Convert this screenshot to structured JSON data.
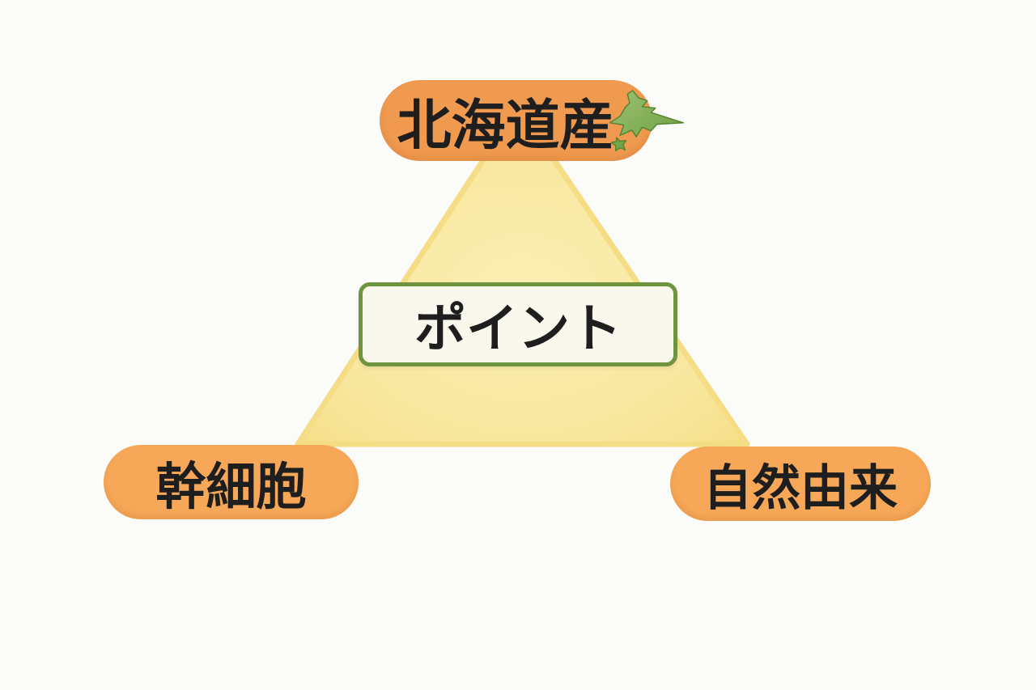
{
  "diagram": {
    "top_badge": {
      "label": "北海道産",
      "icon": "hokkaido-map-icon"
    },
    "center_box": {
      "label": "ポイント"
    },
    "bottom_left_badge": {
      "label": "幹細胞"
    },
    "bottom_right_badge": {
      "label": "自然由来"
    }
  },
  "colors": {
    "background": "#fbfbf9",
    "pill_orange_top": "#f09a50",
    "pill_orange_bottom": "#f6a858",
    "pill_text": "#1e1e1e",
    "triangle_yellow_light": "#faefb3",
    "triangle_yellow": "#f8e79e",
    "triangle_yellow_edge": "#f5dd85",
    "box_background": "#faf8ec",
    "box_border_green": "#6f9440",
    "hokkaido_green_light": "#9cc274",
    "hokkaido_green": "#74a449",
    "hokkaido_green_dark": "#558430"
  }
}
